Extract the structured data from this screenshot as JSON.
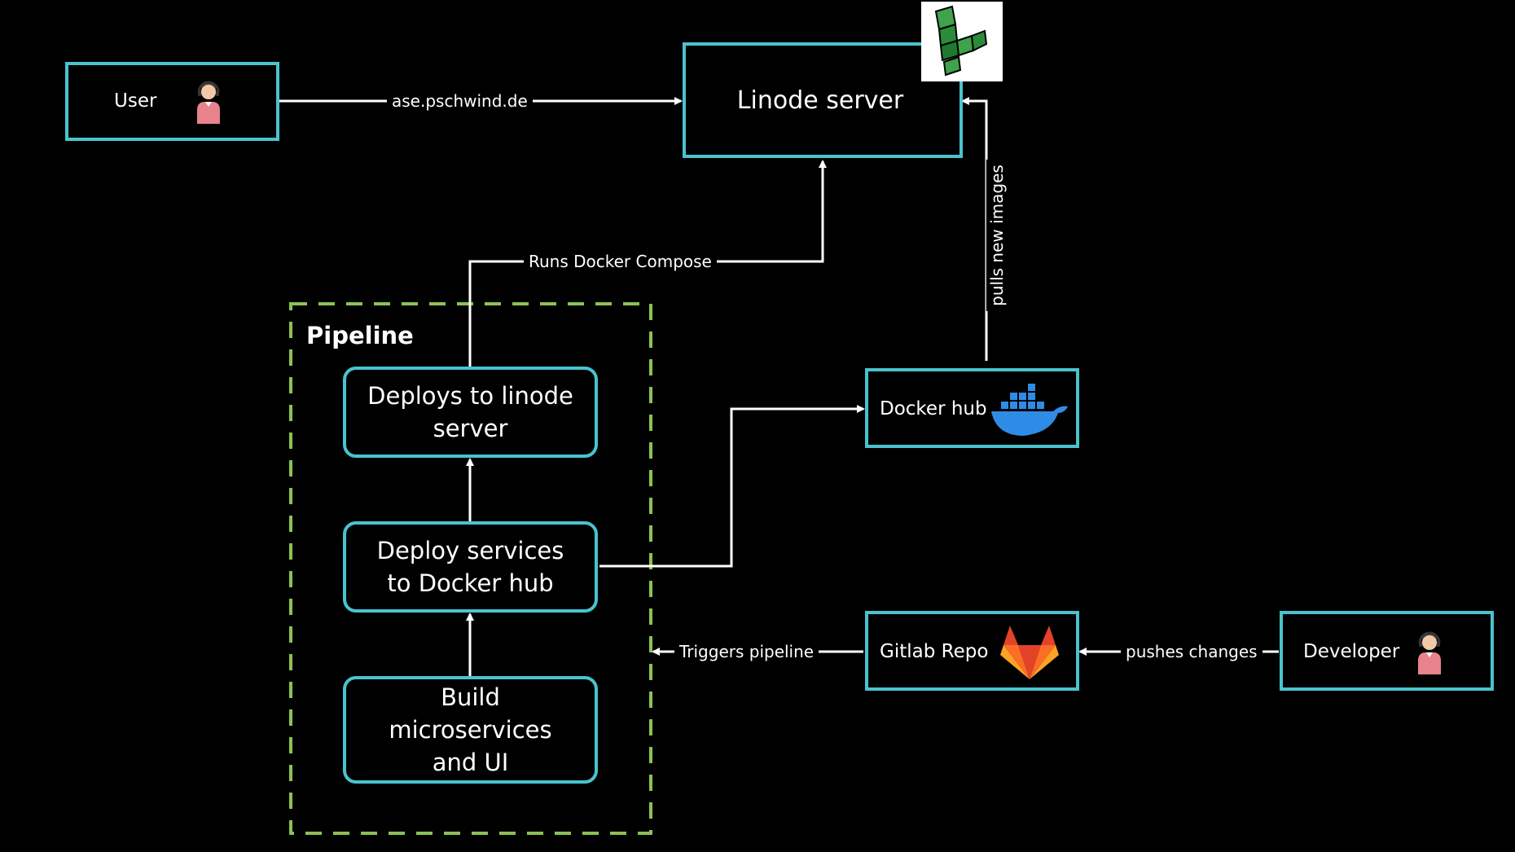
{
  "nodes": {
    "user": {
      "label": "User",
      "icon": "person-icon"
    },
    "linode": {
      "label": "Linode server",
      "icon": "linode-logo-icon"
    },
    "docker_hub": {
      "label": "Docker hub",
      "icon": "docker-whale-icon"
    },
    "gitlab": {
      "label": "Gitlab Repo",
      "icon": "gitlab-fox-icon"
    },
    "developer": {
      "label": "Developer",
      "icon": "person-icon"
    }
  },
  "pipeline": {
    "title": "Pipeline",
    "steps": [
      {
        "label": "Deploys to linode server"
      },
      {
        "label": "Deploy services to Docker hub"
      },
      {
        "label": "Build microservices and UI"
      }
    ]
  },
  "edges": {
    "user_to_linode": "ase.pschwind.de",
    "pipeline_to_linode": "Runs Docker Compose",
    "dockerhub_to_linode": "pulls new images",
    "gitlab_to_pipeline": "Triggers pipeline",
    "developer_to_gitlab": "pushes changes"
  },
  "colors": {
    "background": "#000000",
    "box_border": "#49c3ce",
    "pipeline_border": "#8cc152",
    "arrow": "#ffffff",
    "docker_blue": "#2f8ce6",
    "linode_green": "#1f9a3c"
  }
}
